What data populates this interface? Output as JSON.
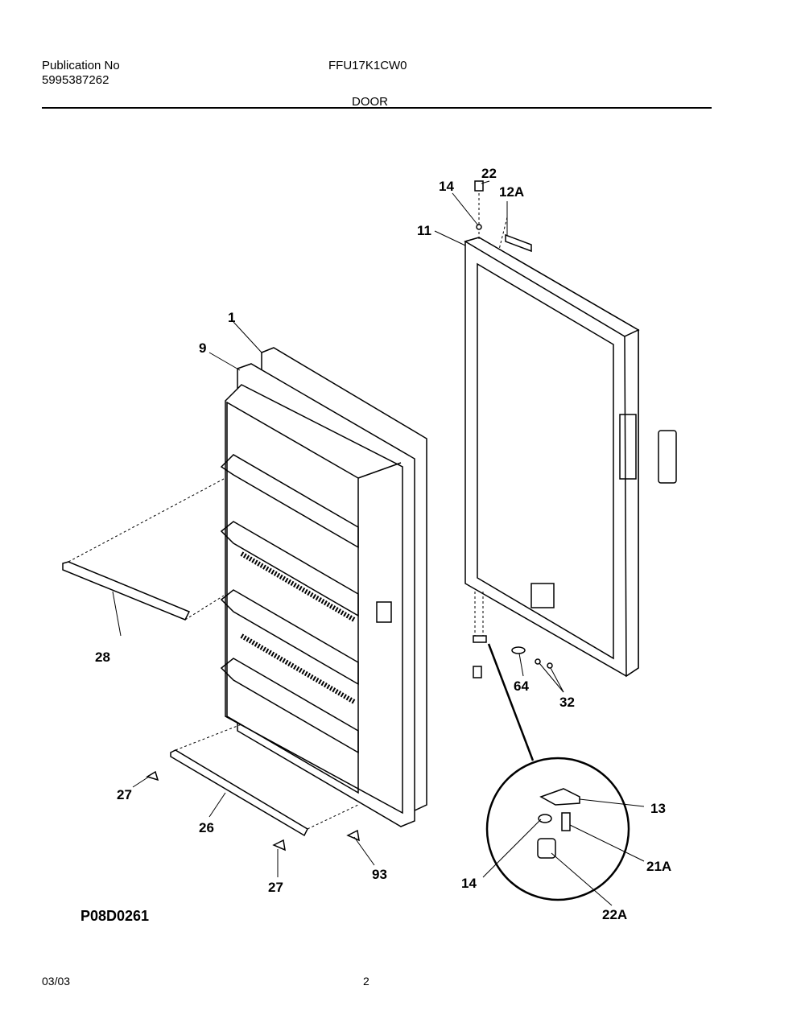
{
  "header": {
    "publication_label": "Publication No",
    "publication_number": "5995387262",
    "model": "FFU17K1CW0",
    "section": "DOOR"
  },
  "diagram_code": "P08D0261",
  "footer": {
    "date": "03/03",
    "page": "2"
  },
  "callouts": {
    "c1": "1",
    "c9": "9",
    "c11": "11",
    "c12a": "12A",
    "c13": "13",
    "c14a": "14",
    "c14b": "14",
    "c21a": "21A",
    "c22": "22",
    "c22a": "22A",
    "c26": "26",
    "c27a": "27",
    "c27b": "27",
    "c28": "28",
    "c32": "32",
    "c64": "64",
    "c93": "93"
  }
}
